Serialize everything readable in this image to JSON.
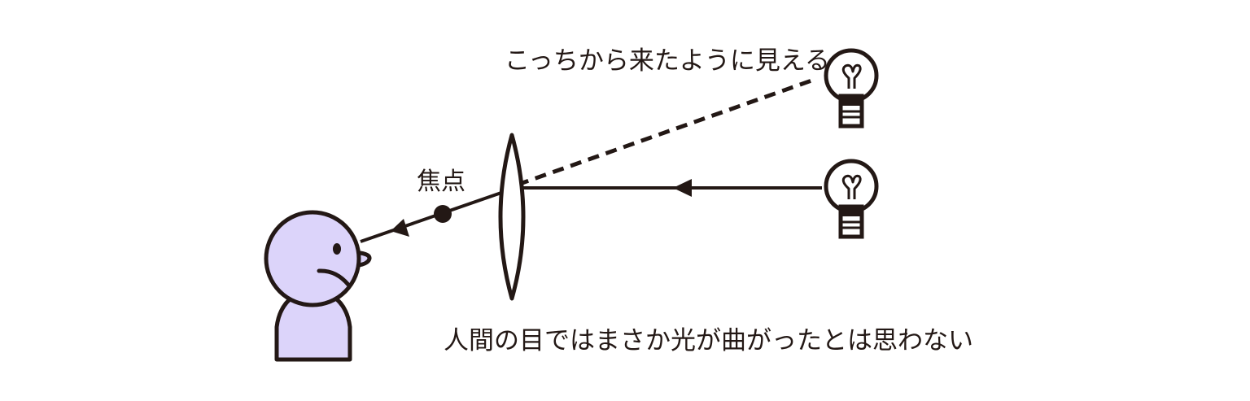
{
  "labels": {
    "apparent_direction": "こっちから来たように見える",
    "focal_point": "焦点",
    "caption": "人間の目ではまさか光が曲がったとは思わない"
  },
  "colors": {
    "ink": "#231815",
    "person_fill": "#dcd4fa",
    "background": "#ffffff"
  },
  "icons": {
    "bulb": "light-bulb-icon",
    "person": "person-icon",
    "lens": "convex-lens-icon"
  }
}
